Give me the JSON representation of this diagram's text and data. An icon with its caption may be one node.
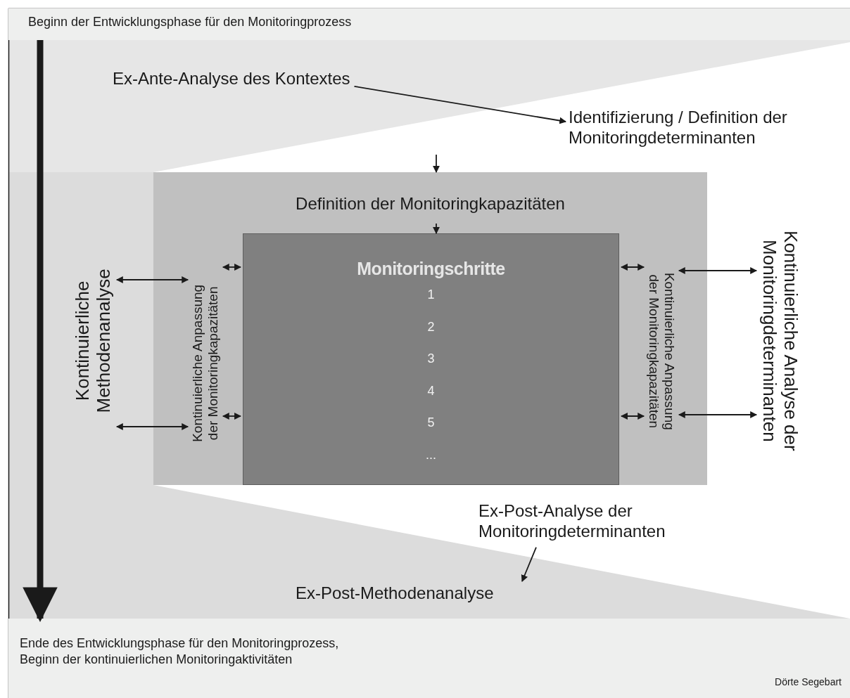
{
  "diagram": {
    "nodes": [
      {
        "text": [
          "Beginn der Entwicklungsphase für den Monitoringprozess"
        ]
      },
      {
        "text": [
          "Ex-Ante-Analyse des Kontextes"
        ]
      },
      {
        "text": [
          "Identifizierung / Definition der Monitoringdeterminanten"
        ]
      },
      {
        "text": [
          "Kontinuierliche Methodenanalyse"
        ]
      },
      {
        "text": [
          "Definition der Monitoringkapazitäten"
        ]
      },
      {
        "text": [
          "Kontinuierliche Anpassung der Monitoringkapazitäten"
        ],
        "in": 4
      },
      {
        "text": [
          "Monitoringschritte",
          "1",
          "2",
          "3",
          "4",
          "5",
          "..."
        ],
        "in": 4
      },
      {
        "text": [
          "Kontinuierliche Anpassung der Monitoringkapazitäten"
        ],
        "in": 4
      },
      {
        "text": [
          "Kontinuierliche Analyse der Monitoringdeterminanten"
        ]
      },
      {
        "text": [
          "Ex-Post-Analyse der Monitoringdeterminanten"
        ]
      },
      {
        "text": [
          "Ex-Post-Methodenanalyse"
        ]
      },
      {
        "text": [
          "Ende des Entwicklungsphase für den Monitoringprozess, Beginn der kontinuierlichen Monitoringaktivitäten"
        ]
      }
    ],
    "edges": [
      {
        "from": 0,
        "to": 11,
        "arrow": "to",
        "style": "thick"
      },
      {
        "from": 1,
        "to": 2,
        "arrow": "to"
      },
      {
        "from": null,
        "to": 4,
        "arrow": "to"
      },
      {
        "from": null,
        "to": 6,
        "arrow": "to"
      },
      {
        "from": 3,
        "to": 5,
        "arrow": "both"
      },
      {
        "from": 3,
        "to": 5,
        "arrow": "both"
      },
      {
        "from": 5,
        "to": 6,
        "arrow": "both"
      },
      {
        "from": 5,
        "to": 6,
        "arrow": "both"
      },
      {
        "from": 6,
        "to": 7,
        "arrow": "both"
      },
      {
        "from": 6,
        "to": 7,
        "arrow": "both"
      },
      {
        "from": 7,
        "to": 8,
        "arrow": "both"
      },
      {
        "from": 7,
        "to": 8,
        "arrow": "both"
      },
      {
        "from": 9,
        "to": 10,
        "arrow": "to"
      }
    ],
    "labels": [
      "Dörte Segebart"
    ]
  }
}
